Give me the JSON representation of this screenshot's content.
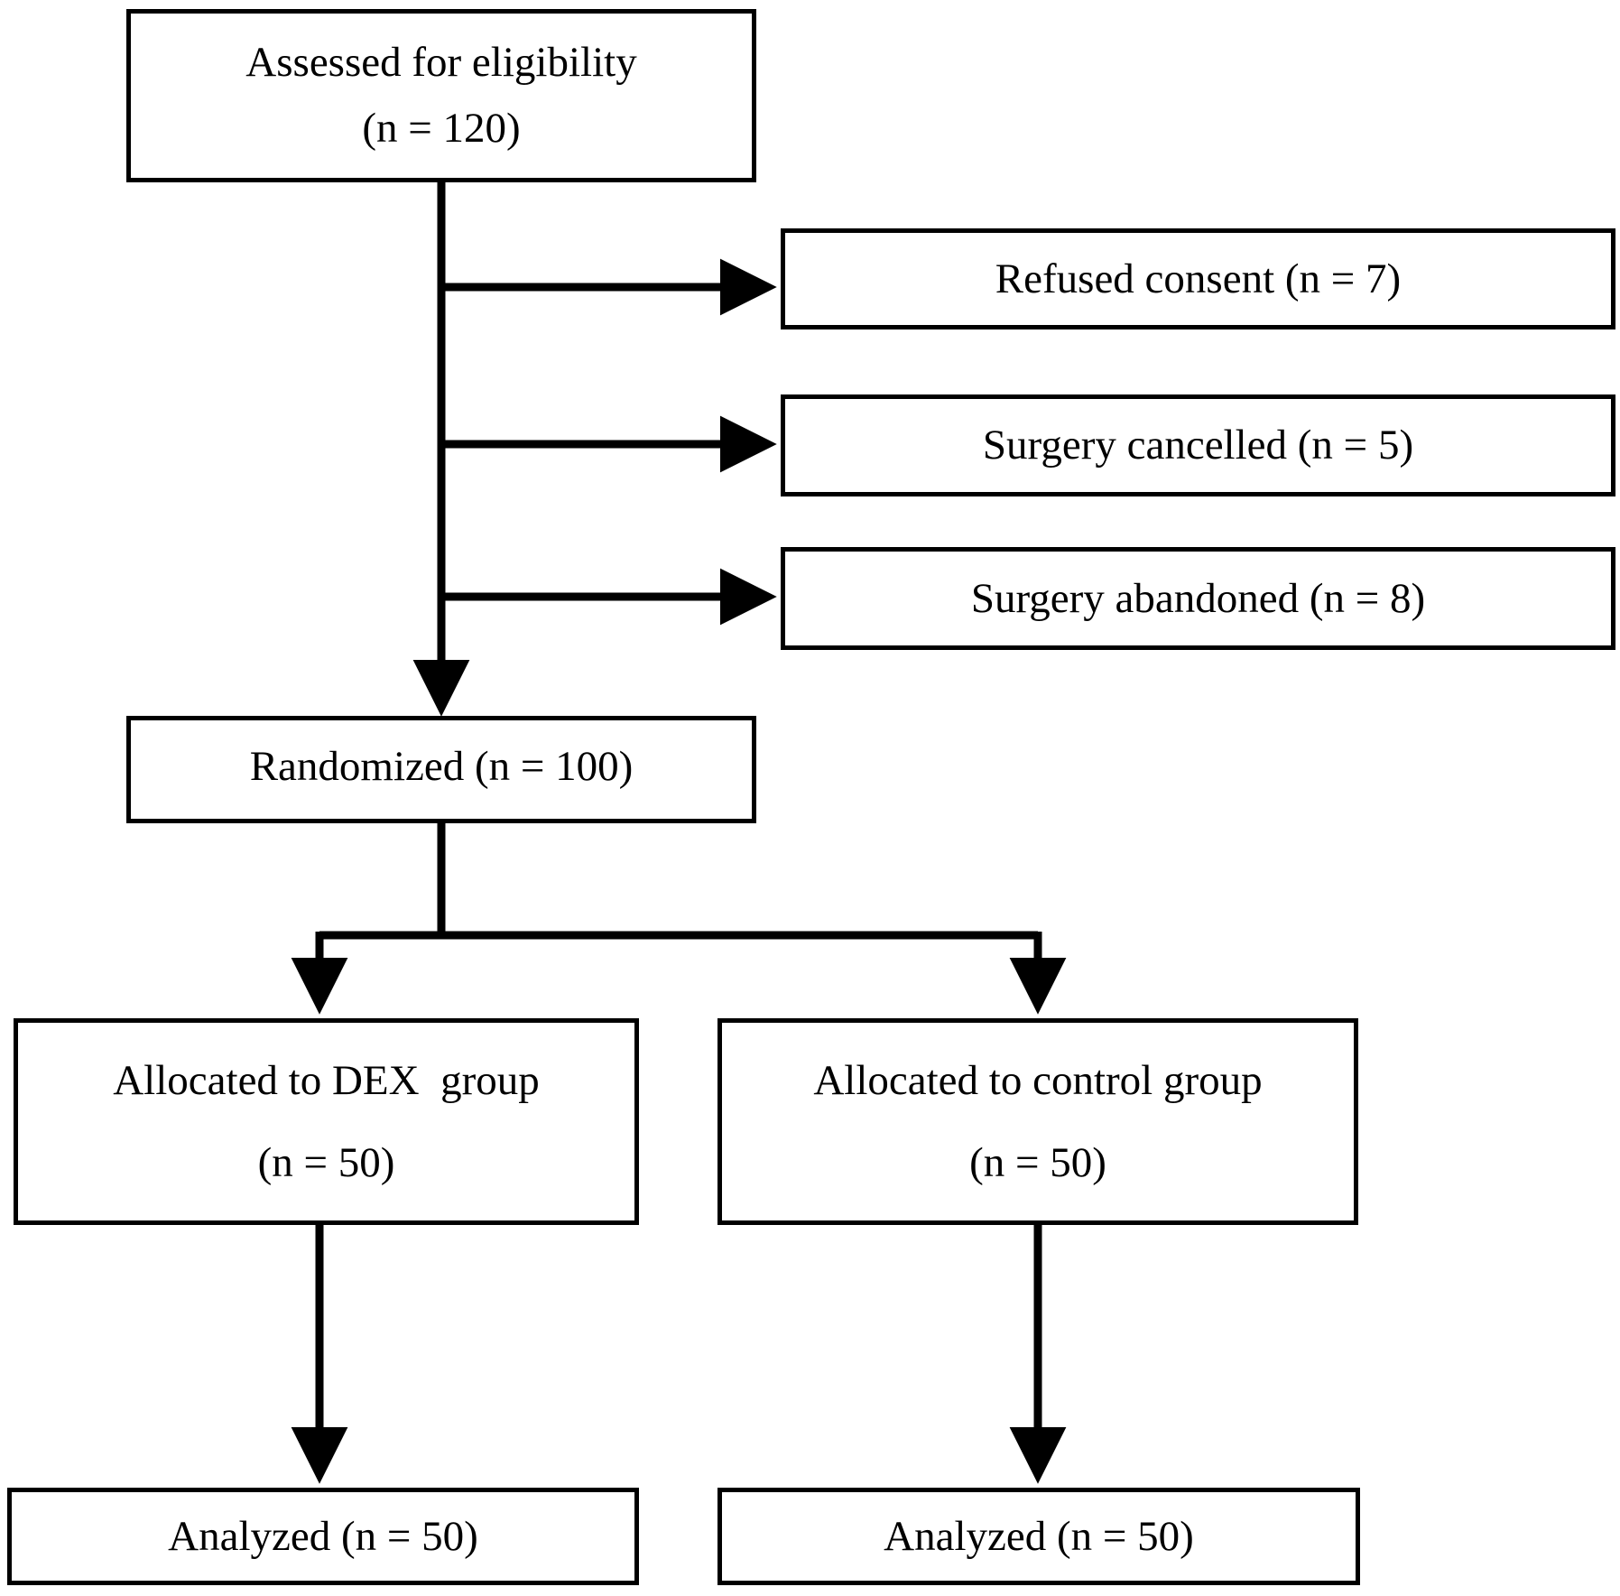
{
  "diagram": {
    "type": "consort-flow-diagram",
    "title": "",
    "colors": {
      "background": "#ffffff",
      "border": "#000000",
      "text": "#000000",
      "connector": "#000000"
    },
    "nodes": {
      "enrollment": {
        "name": "assessed-for-eligibility",
        "line1": "Assessed for eligibility",
        "line2": "(n = 120)",
        "count": 120
      },
      "exclusions": [
        {
          "name": "refused-consent",
          "label": "Refused consent (n = 7)",
          "reason": "Refused consent",
          "count": 7
        },
        {
          "name": "surgery-cancelled",
          "label": "Surgery cancelled (n = 5)",
          "reason": "Surgery cancelled",
          "count": 5
        },
        {
          "name": "surgery-abandoned",
          "label": "Surgery abandoned (n = 8)",
          "reason": "Surgery abandoned",
          "count": 8
        }
      ],
      "randomized": {
        "name": "randomized",
        "label": "Randomized (n = 100)",
        "count": 100
      },
      "allocation": [
        {
          "name": "allocated-dex-group",
          "line1": "Allocated to DEX  group",
          "line2": "(n = 50)",
          "group": "DEX",
          "count": 50
        },
        {
          "name": "allocated-control-group",
          "line1": "Allocated to control group",
          "line2": "(n = 50)",
          "group": "control",
          "count": 50
        }
      ],
      "analysis": [
        {
          "name": "analyzed-dex-group",
          "label": "Analyzed (n = 50)",
          "group": "DEX",
          "count": 50
        },
        {
          "name": "analyzed-control-group",
          "label": "Analyzed (n = 50)",
          "group": "control",
          "count": 50
        }
      ]
    }
  },
  "chart_data": {
    "type": "table",
    "title": "CONSORT participant flow",
    "categories": [
      "Assessed for eligibility",
      "Refused consent",
      "Surgery cancelled",
      "Surgery abandoned",
      "Randomized",
      "Allocated to DEX group",
      "Allocated to control group",
      "Analyzed (DEX)",
      "Analyzed (control)"
    ],
    "values": [
      120,
      7,
      5,
      8,
      100,
      50,
      50,
      50,
      50
    ]
  }
}
